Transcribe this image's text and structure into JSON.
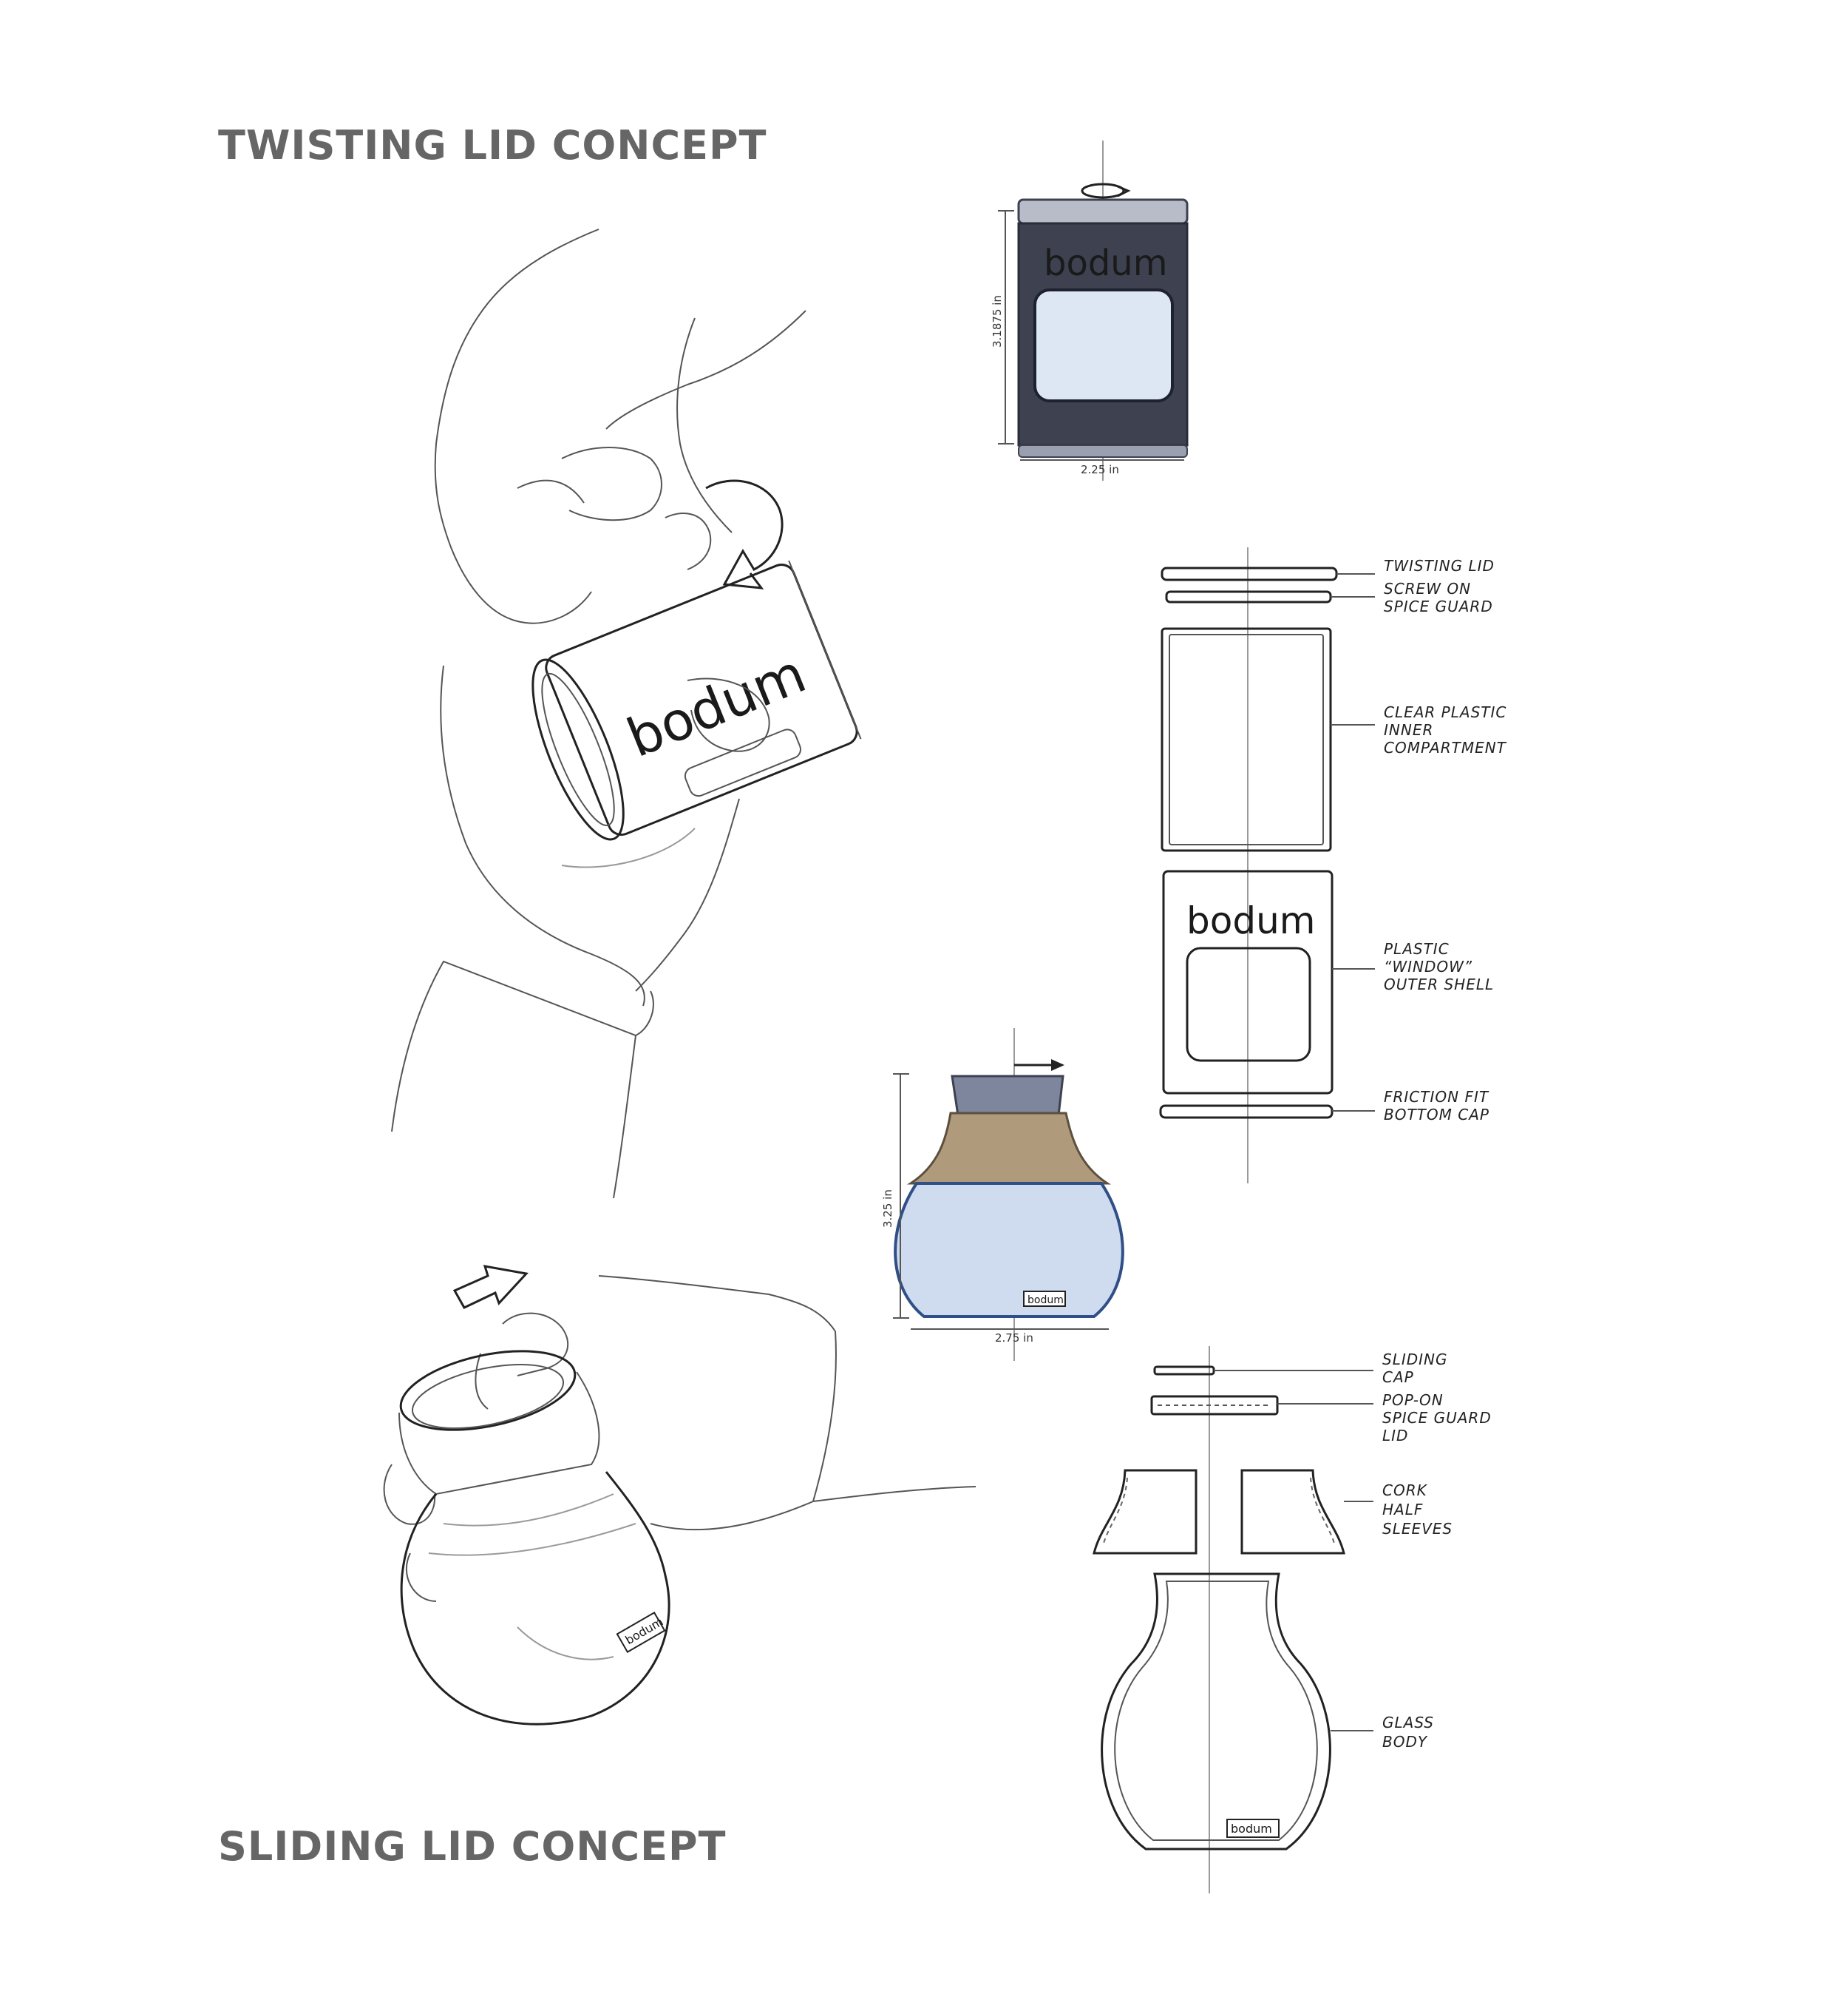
{
  "headings": {
    "twisting": "TWISTING LID CONCEPT",
    "sliding": "SLIDING LID CONCEPT"
  },
  "brand_text": "bodum",
  "dimensions": {
    "twist_height": "3.1875 in",
    "twist_width": "2.25 in",
    "slide_height": "3.25 in",
    "slide_width": "2.75 in"
  },
  "twist_parts": {
    "twisting_lid": "TWISTING LID",
    "spice_guard_1": "SCREW ON",
    "spice_guard_2": "SPICE GUARD",
    "inner_1": "CLEAR PLASTIC",
    "inner_2": "INNER",
    "inner_3": "COMPARTMENT",
    "shell_1": "PLASTIC",
    "shell_2": "“WINDOW”",
    "shell_3": "OUTER SHELL",
    "cap_1": "FRICTION FIT",
    "cap_2": "BOTTOM CAP"
  },
  "slide_parts": {
    "sliding_1": "SLIDING",
    "sliding_2": "CAP",
    "popon_1": "POP-ON",
    "popon_2": "SPICE GUARD",
    "popon_3": "LID",
    "cork_1": "CORK",
    "cork_2": "HALF",
    "cork_3": "SLEEVES",
    "glass_1": "GLASS",
    "glass_2": "BODY"
  },
  "colors": {
    "heading": "#666666",
    "twist_body": "#3d4150",
    "window": "#dde6f3",
    "cork": "#b09a7c",
    "glass": "#cfdcf0",
    "slide_lid": "#7d869d"
  }
}
